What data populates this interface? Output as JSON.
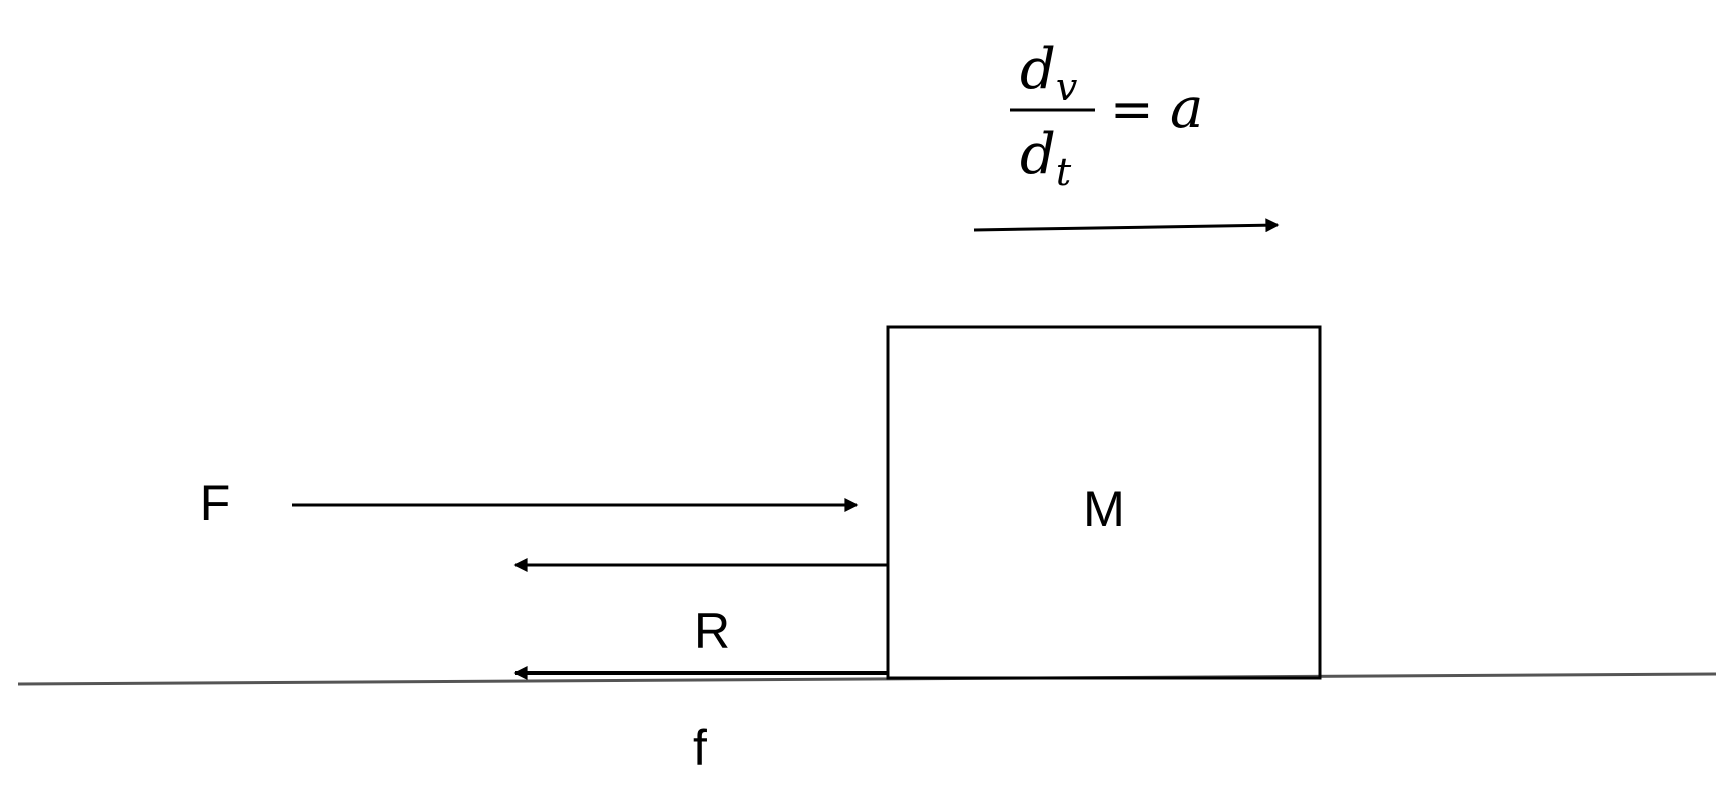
{
  "labels": {
    "applied_force": "F",
    "mass": "M",
    "resistance": "R",
    "friction": "f"
  },
  "equation": {
    "numerator_base": "d",
    "numerator_sub": "v",
    "denominator_base": "d",
    "denominator_sub": "t",
    "equals": "=",
    "rhs": "a"
  },
  "colors": {
    "line": "#000000",
    "ground": "#555555",
    "background": "#ffffff"
  }
}
